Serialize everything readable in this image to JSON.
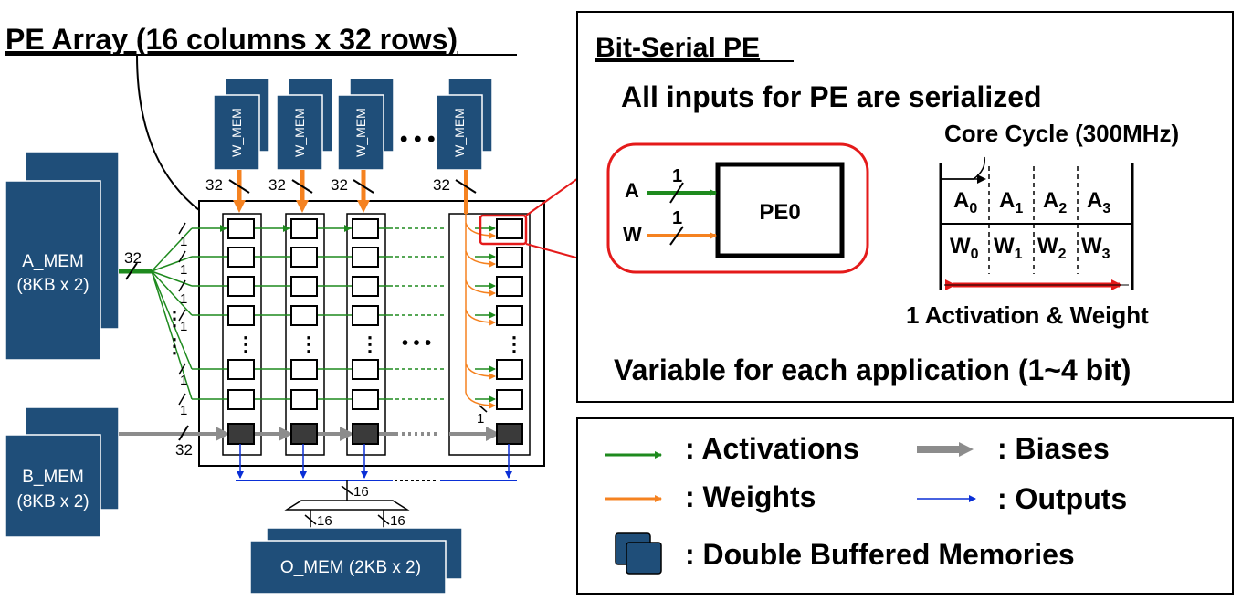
{
  "title": "PE Array (16 columns x 32 rows)",
  "memories": {
    "a_mem": {
      "name": "A_MEM",
      "size": "(8KB x 2)"
    },
    "b_mem": {
      "name": "B_MEM",
      "size": "(8KB x 2)"
    },
    "o_mem": {
      "label": "O_MEM (2KB x 2)"
    },
    "w_mem": {
      "label": "W_MEM"
    }
  },
  "bus_widths": {
    "w_mem": "32",
    "a_mem": "32",
    "b_mem": "32",
    "act_row": "1",
    "weight_row": "1",
    "output_bus": "16",
    "mux_left": "16",
    "mux_right": "16"
  },
  "ellipsis": {
    "dots3": "• • •",
    "vdots": "⋮"
  },
  "bitserial": {
    "heading": "Bit-Serial PE",
    "subtitle": "All inputs for PE are serialized",
    "pe_label": "PE0",
    "input_a": "A",
    "input_w": "W",
    "input_a_width": "1",
    "input_w_width": "1",
    "core_cycle": "Core Cycle (300MHz)",
    "activation_cells": [
      {
        "base": "A",
        "sub": "0"
      },
      {
        "base": "A",
        "sub": "1"
      },
      {
        "base": "A",
        "sub": "2"
      },
      {
        "base": "A",
        "sub": "3"
      }
    ],
    "weight_cells": [
      {
        "base": "W",
        "sub": "0"
      },
      {
        "base": "W",
        "sub": "1"
      },
      {
        "base": "W",
        "sub": "2"
      },
      {
        "base": "W",
        "sub": "3"
      }
    ],
    "span_label": "1 Activation & Weight",
    "variable_label": "Variable for each application (1~4 bit)"
  },
  "legend": {
    "activations": ": Activations",
    "biases": ": Biases",
    "weights": ": Weights",
    "outputs": ": Outputs",
    "double_buffered": ": Double Buffered Memories"
  },
  "colors": {
    "memory_fill": "#1f4e79",
    "activation": "#1e8a1e",
    "weight": "#f58220",
    "bias": "#8c8c8c",
    "output": "#0a2fd6",
    "highlight": "#e41a1a",
    "bias_pe": "#3a3a3a"
  }
}
